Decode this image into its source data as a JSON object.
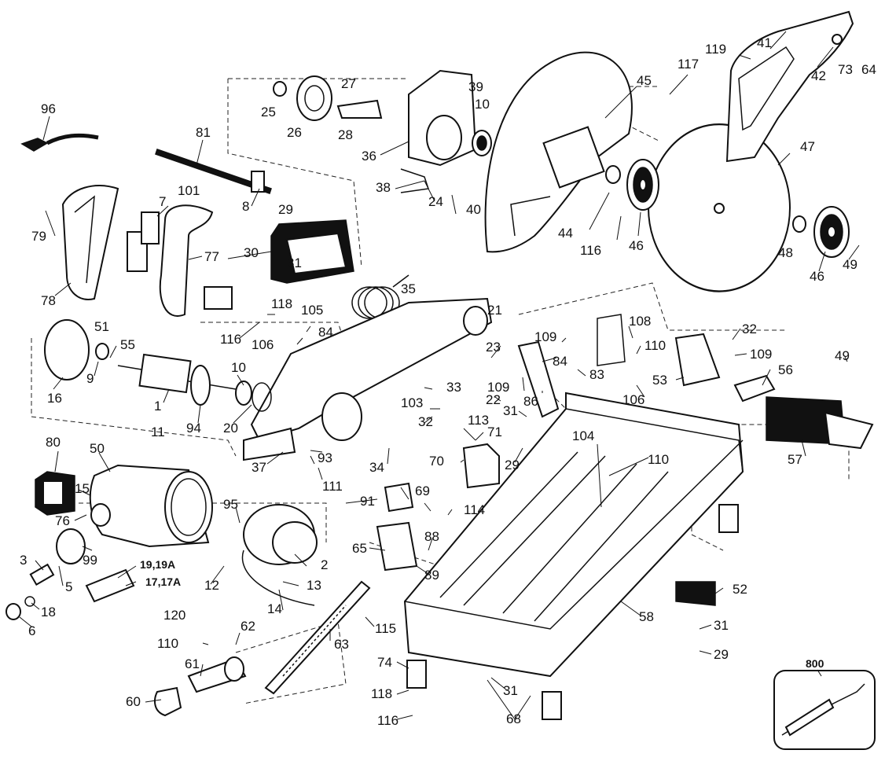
{
  "callouts": {
    "c1": "1",
    "c2": "2",
    "c3": "3",
    "c5": "5",
    "c6": "6",
    "c7": "7",
    "c8": "8",
    "c9": "9",
    "c10a": "10",
    "c10b": "10",
    "c11": "11",
    "c12": "12",
    "c13": "13",
    "c14": "14",
    "c15": "15",
    "c16": "16",
    "c18": "18",
    "c19": "19,19A",
    "c17": "17,17A",
    "c20": "20",
    "c21": "21",
    "c22": "22",
    "c23": "23",
    "c24": "24",
    "c25": "25",
    "c26": "26",
    "c27": "27",
    "c28": "28",
    "c29a": "29",
    "c29b": "29",
    "c29c": "29",
    "c30": "30",
    "c31a": "31",
    "c31b": "31",
    "c31c": "31",
    "c31d": "31",
    "c32a": "32",
    "c32b": "32",
    "c33": "33",
    "c34": "34",
    "c35": "35",
    "c36": "36",
    "c37": "37",
    "c38": "38",
    "c39": "39",
    "c40": "40",
    "c41": "41",
    "c42": "42",
    "c44": "44",
    "c45": "45",
    "c46a": "46",
    "c46b": "46",
    "c47": "47",
    "c48": "48",
    "c49a": "49",
    "c49b": "49",
    "c50": "50",
    "c51": "51",
    "c52": "52",
    "c53": "53",
    "c55": "55",
    "c56": "56",
    "c57": "57",
    "c58": "58",
    "c60": "60",
    "c61": "61",
    "c62": "62",
    "c63": "63",
    "c64": "64",
    "c65": "65",
    "c68": "68",
    "c69": "69",
    "c70": "70",
    "c71": "71",
    "c73": "73",
    "c74": "74",
    "c76": "76",
    "c77": "77",
    "c78": "78",
    "c79": "79",
    "c80": "80",
    "c81": "81",
    "c83": "83",
    "c84a": "84",
    "c84b": "84",
    "c86": "86",
    "c88": "88",
    "c89": "89",
    "c91": "91",
    "c93": "93",
    "c94": "94",
    "c95": "95",
    "c96": "96",
    "c99": "99",
    "c101": "101",
    "c103": "103",
    "c104": "104",
    "c105": "105",
    "c106a": "106",
    "c106b": "106",
    "c108": "108",
    "c109a": "109",
    "c109b": "109",
    "c109c": "109",
    "c110a": "110",
    "c110b": "110",
    "c110c": "110",
    "c111": "111",
    "c113": "113",
    "c114": "114",
    "c115": "115",
    "c116a": "116",
    "c116b": "116",
    "c116c": "116",
    "c117": "117",
    "c118a": "118",
    "c118b": "118",
    "c119": "119",
    "c120": "120",
    "c800": "800"
  }
}
